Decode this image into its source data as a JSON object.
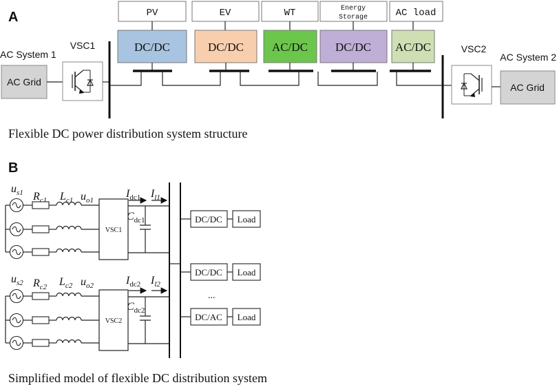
{
  "panel_a": {
    "label": "A",
    "ac_system_1": "AC System 1",
    "ac_system_2": "AC System 2",
    "ac_grid_left": "AC Grid",
    "ac_grid_right": "AC Grid",
    "vsc1": "VSC1",
    "vsc2": "VSC2",
    "sources": [
      "PV",
      "EV",
      "WT",
      "Energy Storage",
      "AC load"
    ],
    "source_lines": [
      [
        "PV"
      ],
      [
        "EV"
      ],
      [
        "WT"
      ],
      [
        "Energy",
        "Storage"
      ],
      [
        "AC load"
      ]
    ],
    "converters": [
      "DC/DC",
      "DC/DC",
      "AC/DC",
      "DC/DC",
      "AC/DC"
    ],
    "converter_colors": [
      "#a9c4e0",
      "#f8cfae",
      "#6cc64c",
      "#bfaed6",
      "#cfdfb3"
    ],
    "caption": "Flexible DC power distribution system structure"
  },
  "panel_b": {
    "label": "B",
    "vsc1": "VSC1",
    "vsc2": "VSC2",
    "loads": [
      {
        "converter": "DC/DC",
        "load": "Load"
      },
      {
        "converter": "DC/DC",
        "load": "Load"
      },
      {
        "converter": "DC/AC",
        "load": "Load"
      }
    ],
    "ellipsis": "...",
    "caption": "Simplified model of flexible DC distribution system"
  }
}
